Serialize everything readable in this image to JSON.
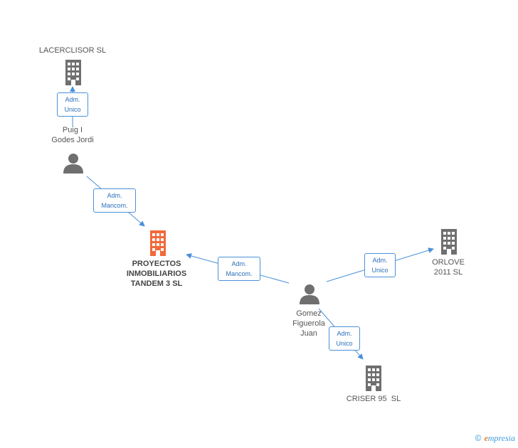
{
  "colors": {
    "building_main": "#f2693a",
    "building": "#6f6f6f",
    "person": "#6f6f6f",
    "edge": "#4a90d9"
  },
  "nodes": {
    "lacerclisor": {
      "label": "LACERCLISOR SL",
      "icon": "building-icon"
    },
    "puig": {
      "label": "Puig I\nGodes Jordi",
      "icon": "person-icon"
    },
    "proyectos": {
      "label": "PROYECTOS\nINMOBILIARIOS\nTANDEM 3 SL",
      "icon": "building-icon"
    },
    "gomez": {
      "label": "Gomez\nFiguerola\nJuan",
      "icon": "person-icon"
    },
    "orlove": {
      "label": "ORLOVE\n2011 SL",
      "icon": "building-icon"
    },
    "criser": {
      "label": "CRISER 95  SL",
      "icon": "building-icon"
    }
  },
  "edges": {
    "puig_lacerclisor": "Adm.\nUnico",
    "puig_proyectos": "Adm.\nMancom.",
    "gomez_proyectos": "Adm.\nMancom.",
    "gomez_orlove": "Adm.\nUnico",
    "gomez_criser": "Adm.\nUnico"
  },
  "footer": {
    "copyright": "©",
    "brand_e": "e",
    "brand_rest": "mpresia"
  }
}
